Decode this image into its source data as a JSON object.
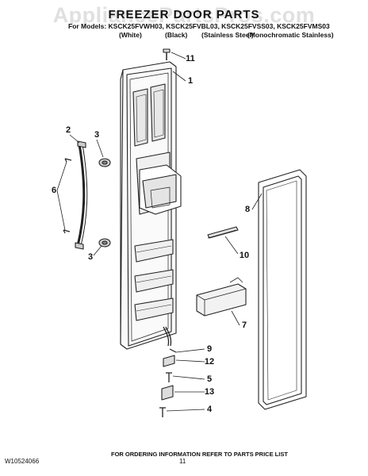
{
  "watermark": "AppliancePartsPros.com",
  "title": "FREEZER DOOR PARTS",
  "models_line": "For Models: KSCK25FVWH03, KSCK25FVBL03, KSCK25FVSS03, KSCK25FVMS03",
  "finishes": [
    "(White)",
    "(Black)",
    "(Stainless Steel)",
    "(Monochromatic Stainless)"
  ],
  "callouts": [
    "11",
    "1",
    "2",
    "3",
    "6",
    "3",
    "8",
    "10",
    "7",
    "9",
    "12",
    "5",
    "13",
    "4"
  ],
  "footer": {
    "doc_id": "W10524066",
    "page": "11",
    "note": "FOR ORDERING INFORMATION REFER TO PARTS PRICE LIST"
  }
}
